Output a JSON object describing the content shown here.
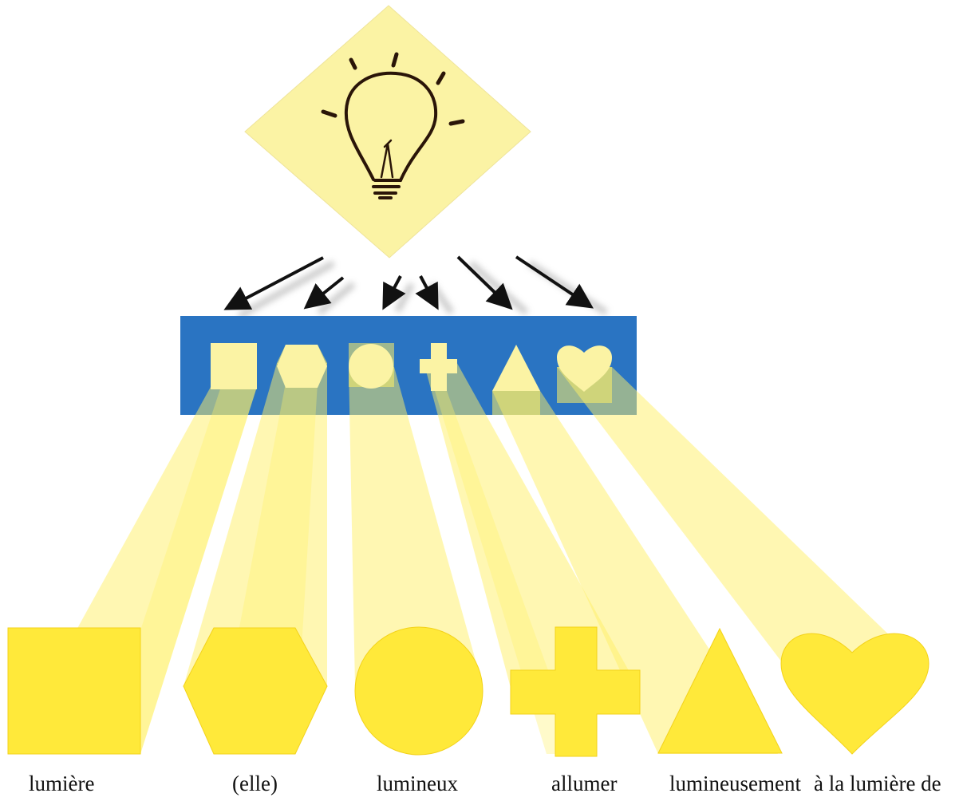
{
  "colors": {
    "note_yellow": "#fbf3a4",
    "banner_blue": "#2a74c2",
    "beam_yellow": "#fff066",
    "shape_yellow": "#ffe93a",
    "arrow": "#111111",
    "sketch_ink": "#2a1508"
  },
  "icons": {
    "idea": "lightbulb-icon",
    "shapes": [
      "square-icon",
      "hexagon-icon",
      "circle-icon",
      "plus-icon",
      "triangle-icon",
      "heart-icon"
    ]
  },
  "words": [
    {
      "shape": "square",
      "label": "lumière"
    },
    {
      "shape": "hexagon",
      "label": "(elle)"
    },
    {
      "shape": "circle",
      "label": "lumineux"
    },
    {
      "shape": "plus",
      "label": "allumer"
    },
    {
      "shape": "triangle",
      "label": "lumineusement"
    },
    {
      "shape": "heart",
      "label": "à la lumière de"
    }
  ]
}
